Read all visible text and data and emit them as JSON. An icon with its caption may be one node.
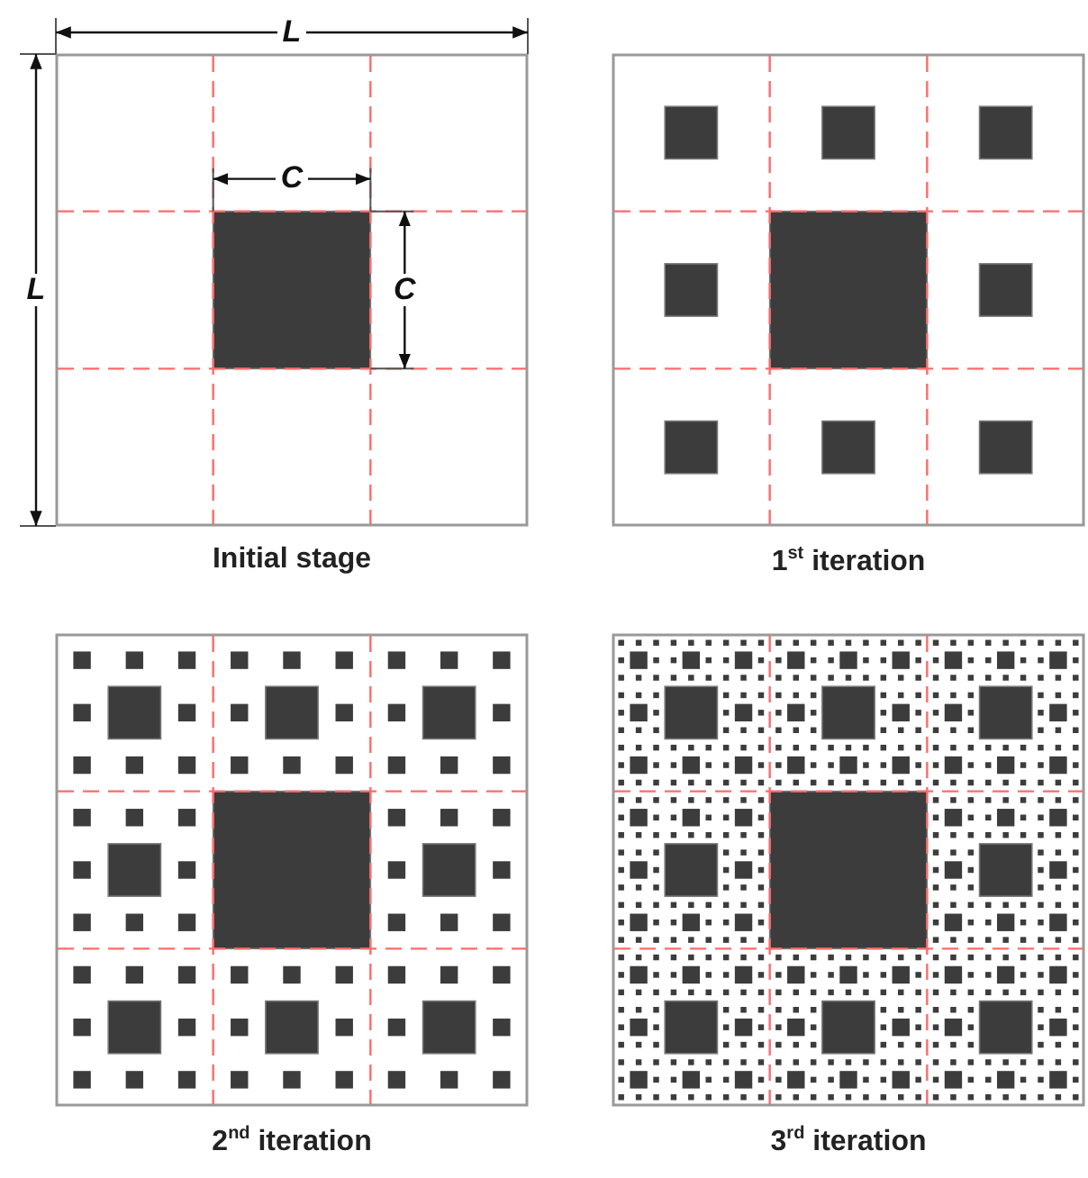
{
  "diagram": {
    "nodes": [
      {
        "text": [
          "Initial stage"
        ]
      },
      {
        "text": [
          "1$^{st}$ iteration"
        ]
      },
      {
        "text": [
          "2$^{nd}$ iteration"
        ]
      },
      {
        "text": [
          "3$^{rd}$ iteration"
        ]
      }
    ],
    "labels": [
      "L",
      "L",
      "C",
      "C"
    ]
  }
}
